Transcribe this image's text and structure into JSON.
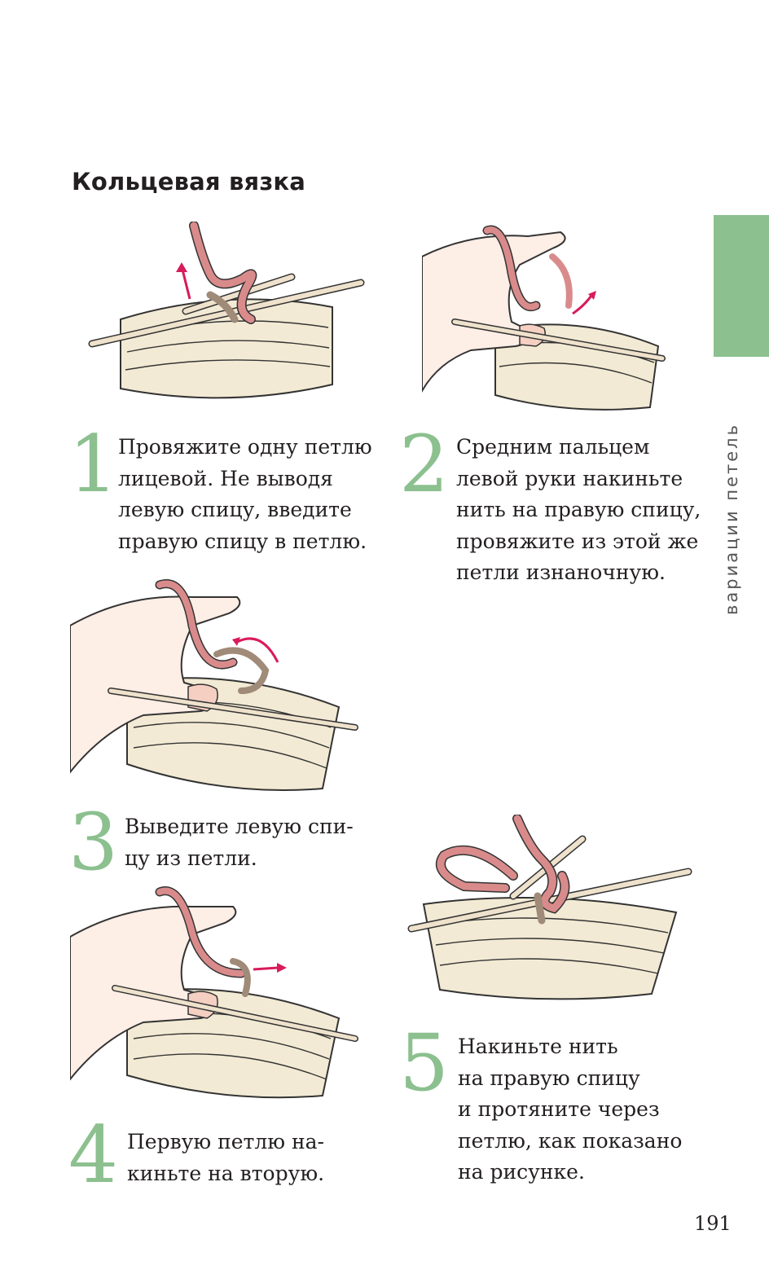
{
  "title": "Кольцевая вязка",
  "side_label": "вариации петель",
  "page_number": "191",
  "colors": {
    "accent_green": "#8cc08f",
    "yarn_pink": "#d98b8b",
    "yarn_brown": "#a08a78",
    "arrow_red": "#d81b5a",
    "fabric": "#f2ead4"
  },
  "steps": [
    {
      "number": "1",
      "lines": [
        "Провяжите одну петлю",
        "лицевой. Не выводя",
        "левую спицу, введите",
        "правую спицу в петлю."
      ]
    },
    {
      "number": "2",
      "lines": [
        "Средним пальцем",
        "левой руки накиньте",
        "нить на правую спицу,",
        "провяжите из этой же",
        "петли изнаночную."
      ]
    },
    {
      "number": "3",
      "lines": [
        "Выведите левую спи-",
        "цу из петли."
      ]
    },
    {
      "number": "4",
      "lines": [
        "Первую петлю на-",
        "киньте на вторую."
      ]
    },
    {
      "number": "5",
      "lines": [
        "Накиньте нить",
        "на правую спицу",
        "и протяните через",
        "петлю, как показано",
        "на рисунке."
      ]
    }
  ]
}
